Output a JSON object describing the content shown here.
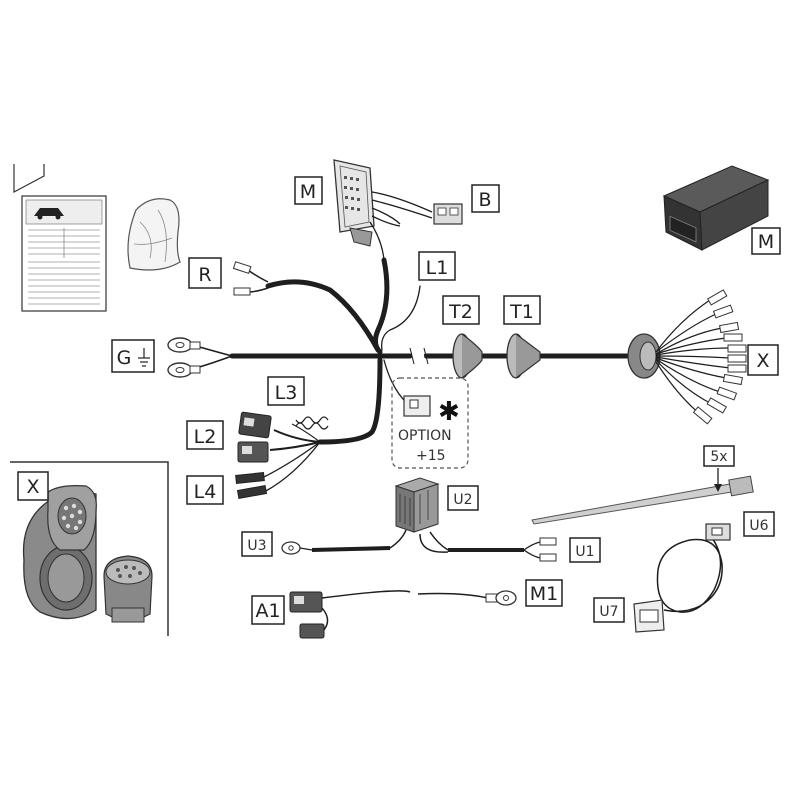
{
  "labels": {
    "m_top": "M",
    "b": "B",
    "r": "R",
    "l1": "L1",
    "t2": "T2",
    "t1": "T1",
    "g": "G",
    "x_main": "X",
    "l3": "L3",
    "l2": "L2",
    "l4": "L4",
    "m_module": "M",
    "x_inset": "X",
    "u2": "U2",
    "u3": "U3",
    "u1": "U1",
    "a1": "A1",
    "m1": "M1",
    "five_x": "5x",
    "u6": "U6",
    "u7": "U7"
  },
  "option": {
    "line1": "OPTION",
    "line2": "+15",
    "marker": "✱"
  },
  "colors": {
    "cable": "#1e1e1e",
    "outline": "#444444",
    "grey_fill": "#9a9a9a",
    "dark_module": "#3a3a3a"
  }
}
